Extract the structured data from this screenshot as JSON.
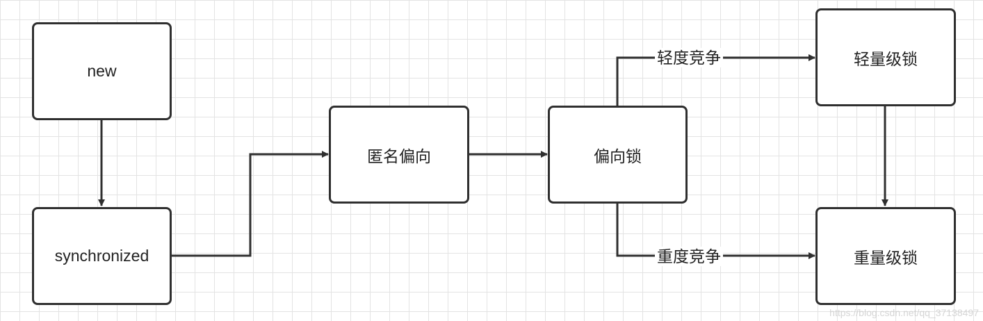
{
  "nodes": {
    "new": "new",
    "synchronized": "synchronized",
    "anonymous_bias": "匿名偏向",
    "biased_lock": "偏向锁",
    "lightweight_lock": "轻量级锁",
    "heavyweight_lock": "重量级锁"
  },
  "edge_labels": {
    "light_contention": "轻度竞争",
    "heavy_contention": "重度竞争"
  },
  "watermark": "https://blog.csdn.net/qq_37138497",
  "colors": {
    "stroke": "#2f2f2f",
    "grid": "#e3e3e3",
    "background": "#ffffff"
  }
}
